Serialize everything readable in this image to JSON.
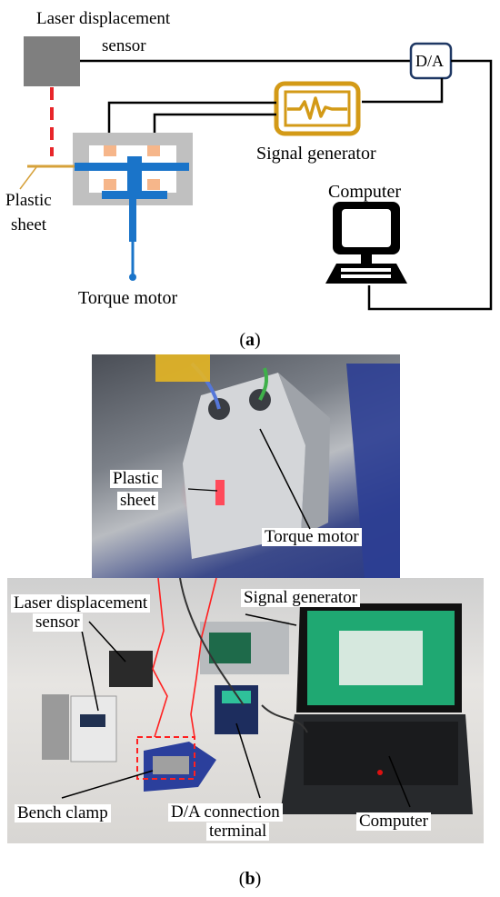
{
  "diagram_a": {
    "caption_letter": "a",
    "labels": {
      "laser_sensor_1": "Laser displacement",
      "laser_sensor_2": "sensor",
      "da": "D/A",
      "signal_generator": "Signal generator",
      "computer": "Computer",
      "plastic_1": "Plastic",
      "plastic_2": "sheet",
      "torque_motor": "Torque motor"
    },
    "colors": {
      "sensor": "#7f7f7f",
      "laser_beam": "#e8262a",
      "motor_body": "#c0c0c0",
      "coils": "#f6b68a",
      "armature": "#1a74c9",
      "plastic_sheet": "#d6a13a",
      "signal_generator": "#d39a17",
      "da_box": "#1f3864",
      "wires": "#000000"
    }
  },
  "photo_b": {
    "caption_letter": "b",
    "callouts": {
      "plastic_1": "Plastic",
      "plastic_2": "sheet",
      "torque_motor": "Torque motor",
      "laser_1": "Laser displacement",
      "laser_2": "sensor",
      "signal_generator": "Signal generator",
      "bench_clamp": "Bench clamp",
      "da_1": "D/A connection",
      "da_2": "terminal",
      "computer": "Computer"
    },
    "colors": {
      "zoom_lines": "#ff2020",
      "highlight_box": "#ff2020"
    }
  }
}
